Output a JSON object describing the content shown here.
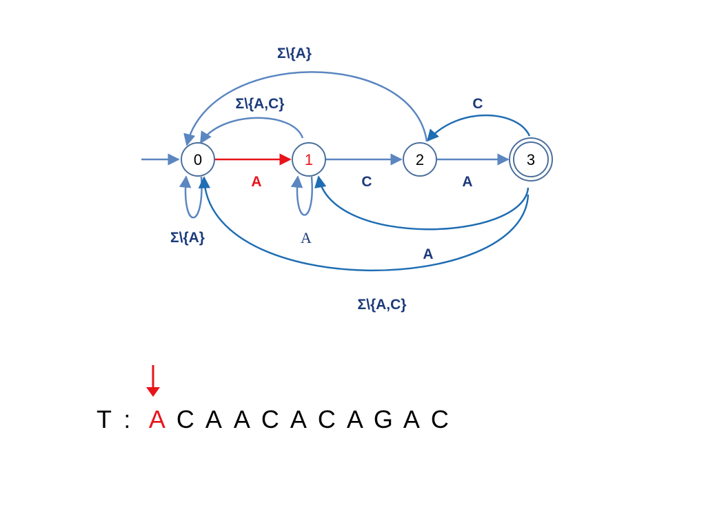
{
  "colors": {
    "edge": "#5b86c0",
    "edge_dark": "#1f6db3",
    "highlight": "#e8141b",
    "label": "#1b3a7a",
    "node_stroke": "#4a6f9c"
  },
  "states": [
    {
      "id": "s0",
      "label": "0",
      "accepting": false,
      "active": false
    },
    {
      "id": "s1",
      "label": "1",
      "accepting": false,
      "active": true
    },
    {
      "id": "s2",
      "label": "2",
      "accepting": false,
      "active": false
    },
    {
      "id": "s3",
      "label": "3",
      "accepting": true,
      "active": false
    }
  ],
  "edge_labels": {
    "e01": "A",
    "e12": "C",
    "e23": "A",
    "e32": "C",
    "e20": "Σ\\{A}",
    "e10": "Σ\\{A,C}",
    "loop0": "Σ\\{A}",
    "loop1": "A",
    "e31": "A",
    "e30": "Σ\\{A,C}"
  },
  "text": {
    "prefix": "T :",
    "chars": [
      "A",
      "C",
      "A",
      "A",
      "C",
      "A",
      "C",
      "A",
      "G",
      "A",
      "C"
    ],
    "current_index": 0
  }
}
